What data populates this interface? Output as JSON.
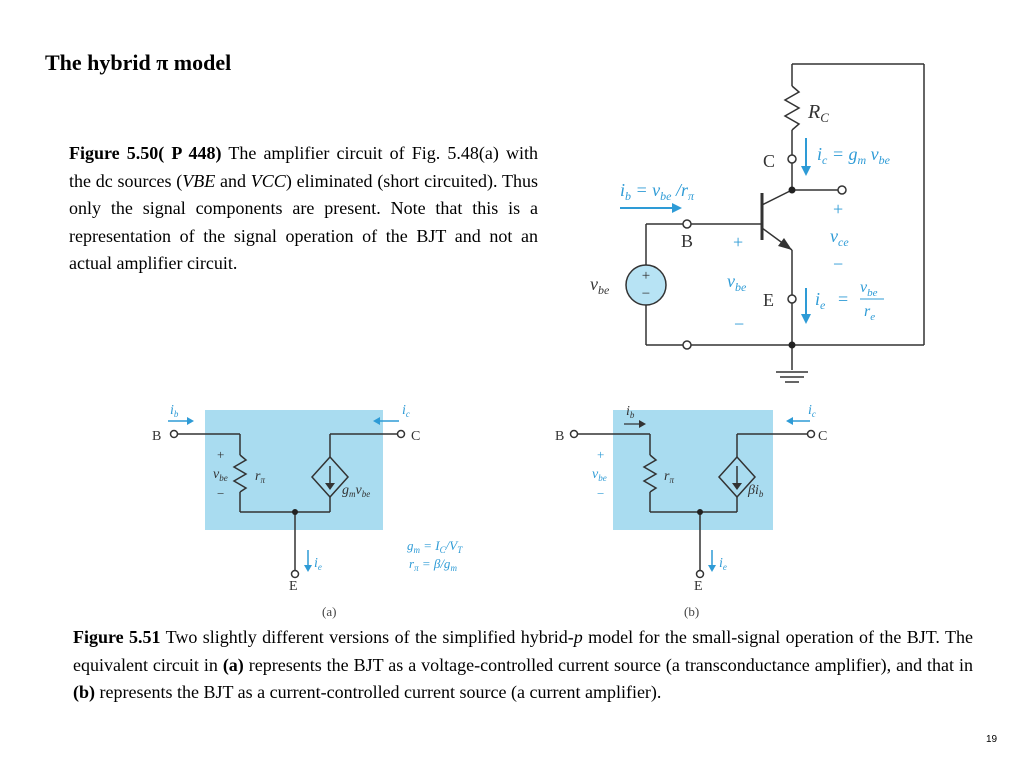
{
  "slide": {
    "title": "The hybrid π model",
    "page_number": "19"
  },
  "caption_5_50": {
    "label": "Figure 5.50( P 448)",
    "text_1": " The amplifier circuit of Fig. 5.48(a) with the dc sources (",
    "vbe": "VBE",
    "text_2": " and ",
    "vcc": "VCC",
    "text_3": ") eliminated (short circuited). Thus only the signal components are present. Note that this is a representation of the signal operation of the BJT and not an actual amplifier circuit."
  },
  "caption_5_51": {
    "label": "Figure 5.51",
    "text_1": " Two slightly different versions of the simplified hybrid-",
    "p_letter": "p",
    "text_2": " model for the small-signal operation of the BJT. The equivalent circuit in ",
    "a_ref": "(a)",
    "text_3": " represents the BJT as a voltage-controlled current source (a transconductance amplifier), and that in ",
    "b_ref": "(b)",
    "text_4": " represents the BJT as a current-controlled current source (a current amplifier)."
  },
  "fig_550": {
    "rc": "R",
    "rc_sub": "C",
    "c": "C",
    "b": "B",
    "e": "E",
    "ic_eq": "i",
    "ic_sub": "c",
    "ic_rhs": " = g",
    "ic_rhs_sub": "m",
    "ic_rhs_tail": " v",
    "ic_rhs_tail_sub": "be",
    "ib_eq": "i",
    "ib_sub": "b",
    "ib_mid": " = v",
    "ib_mid_sub": "be",
    "ib_tail": " /r",
    "ib_tail_sub": "π",
    "plus": "+",
    "minus": "−",
    "vce": "v",
    "vce_sub": "ce",
    "vbe": "v",
    "vbe_sub": "be",
    "ie": "i",
    "ie_sub": "e",
    "frac_num": "v",
    "frac_num_sub": "be",
    "frac_den": "r",
    "frac_den_sub": "e",
    "equals": "="
  },
  "fig_551a": {
    "caption": "(a)",
    "b": "B",
    "c": "C",
    "e": "E",
    "ib": "i",
    "ib_sub": "b",
    "ic": "i",
    "ic_sub": "c",
    "ie": "i",
    "ie_sub": "e",
    "plus": "+",
    "minus": "−",
    "vbe": "v",
    "vbe_sub": "be",
    "rpi": "r",
    "rpi_sub": "π",
    "src": "g",
    "src_sub": "m",
    "src_tail": "v",
    "src_tail_sub": "be",
    "eq1": "g",
    "eq1_sub": "m",
    "eq1_rhs": " = I",
    "eq1_rhs_sub": "C",
    "eq1_tail": "/V",
    "eq1_tail_sub": "T",
    "eq2": "r",
    "eq2_sub": "π",
    "eq2_rhs": " = β/g",
    "eq2_rhs_sub": "m"
  },
  "fig_551b": {
    "caption": "(b)",
    "b": "B",
    "c": "C",
    "e": "E",
    "ib": "i",
    "ib_sub": "b",
    "ic": "i",
    "ic_sub": "c",
    "ie": "i",
    "ie_sub": "e",
    "plus": "+",
    "minus": "−",
    "vbe": "v",
    "vbe_sub": "be",
    "rpi": "r",
    "rpi_sub": "π",
    "src": "βi",
    "src_sub": "b"
  },
  "colors": {
    "label_blue": "#2e9bd6",
    "box_fill": "#a9dcf0",
    "wire": "#333333"
  }
}
